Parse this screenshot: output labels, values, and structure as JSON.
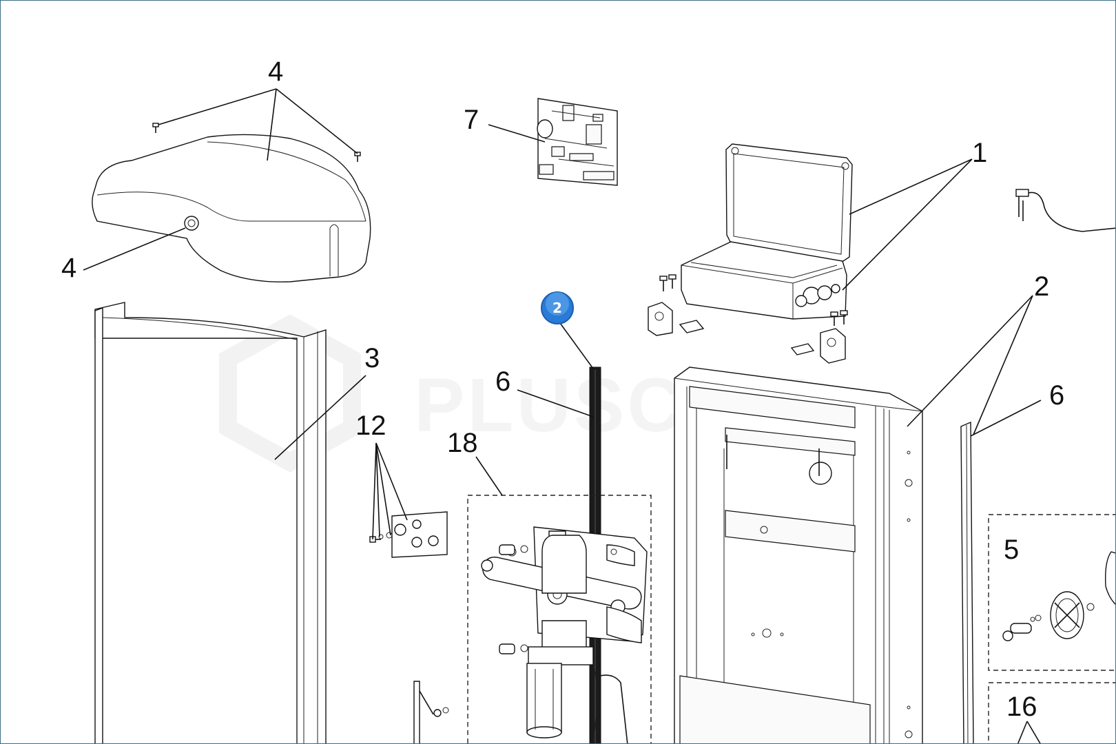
{
  "watermark": "PLUSCOM",
  "badge": {
    "label": "2",
    "color": "#3b8fe0"
  },
  "callouts": {
    "c4_top": "4",
    "c4_left": "4",
    "c7": "7",
    "c1": "1",
    "c2": "2",
    "c3": "3",
    "c6_mid": "6",
    "c6_right": "6",
    "c12": "12",
    "c18": "18",
    "c5": "5",
    "c16": "16"
  }
}
